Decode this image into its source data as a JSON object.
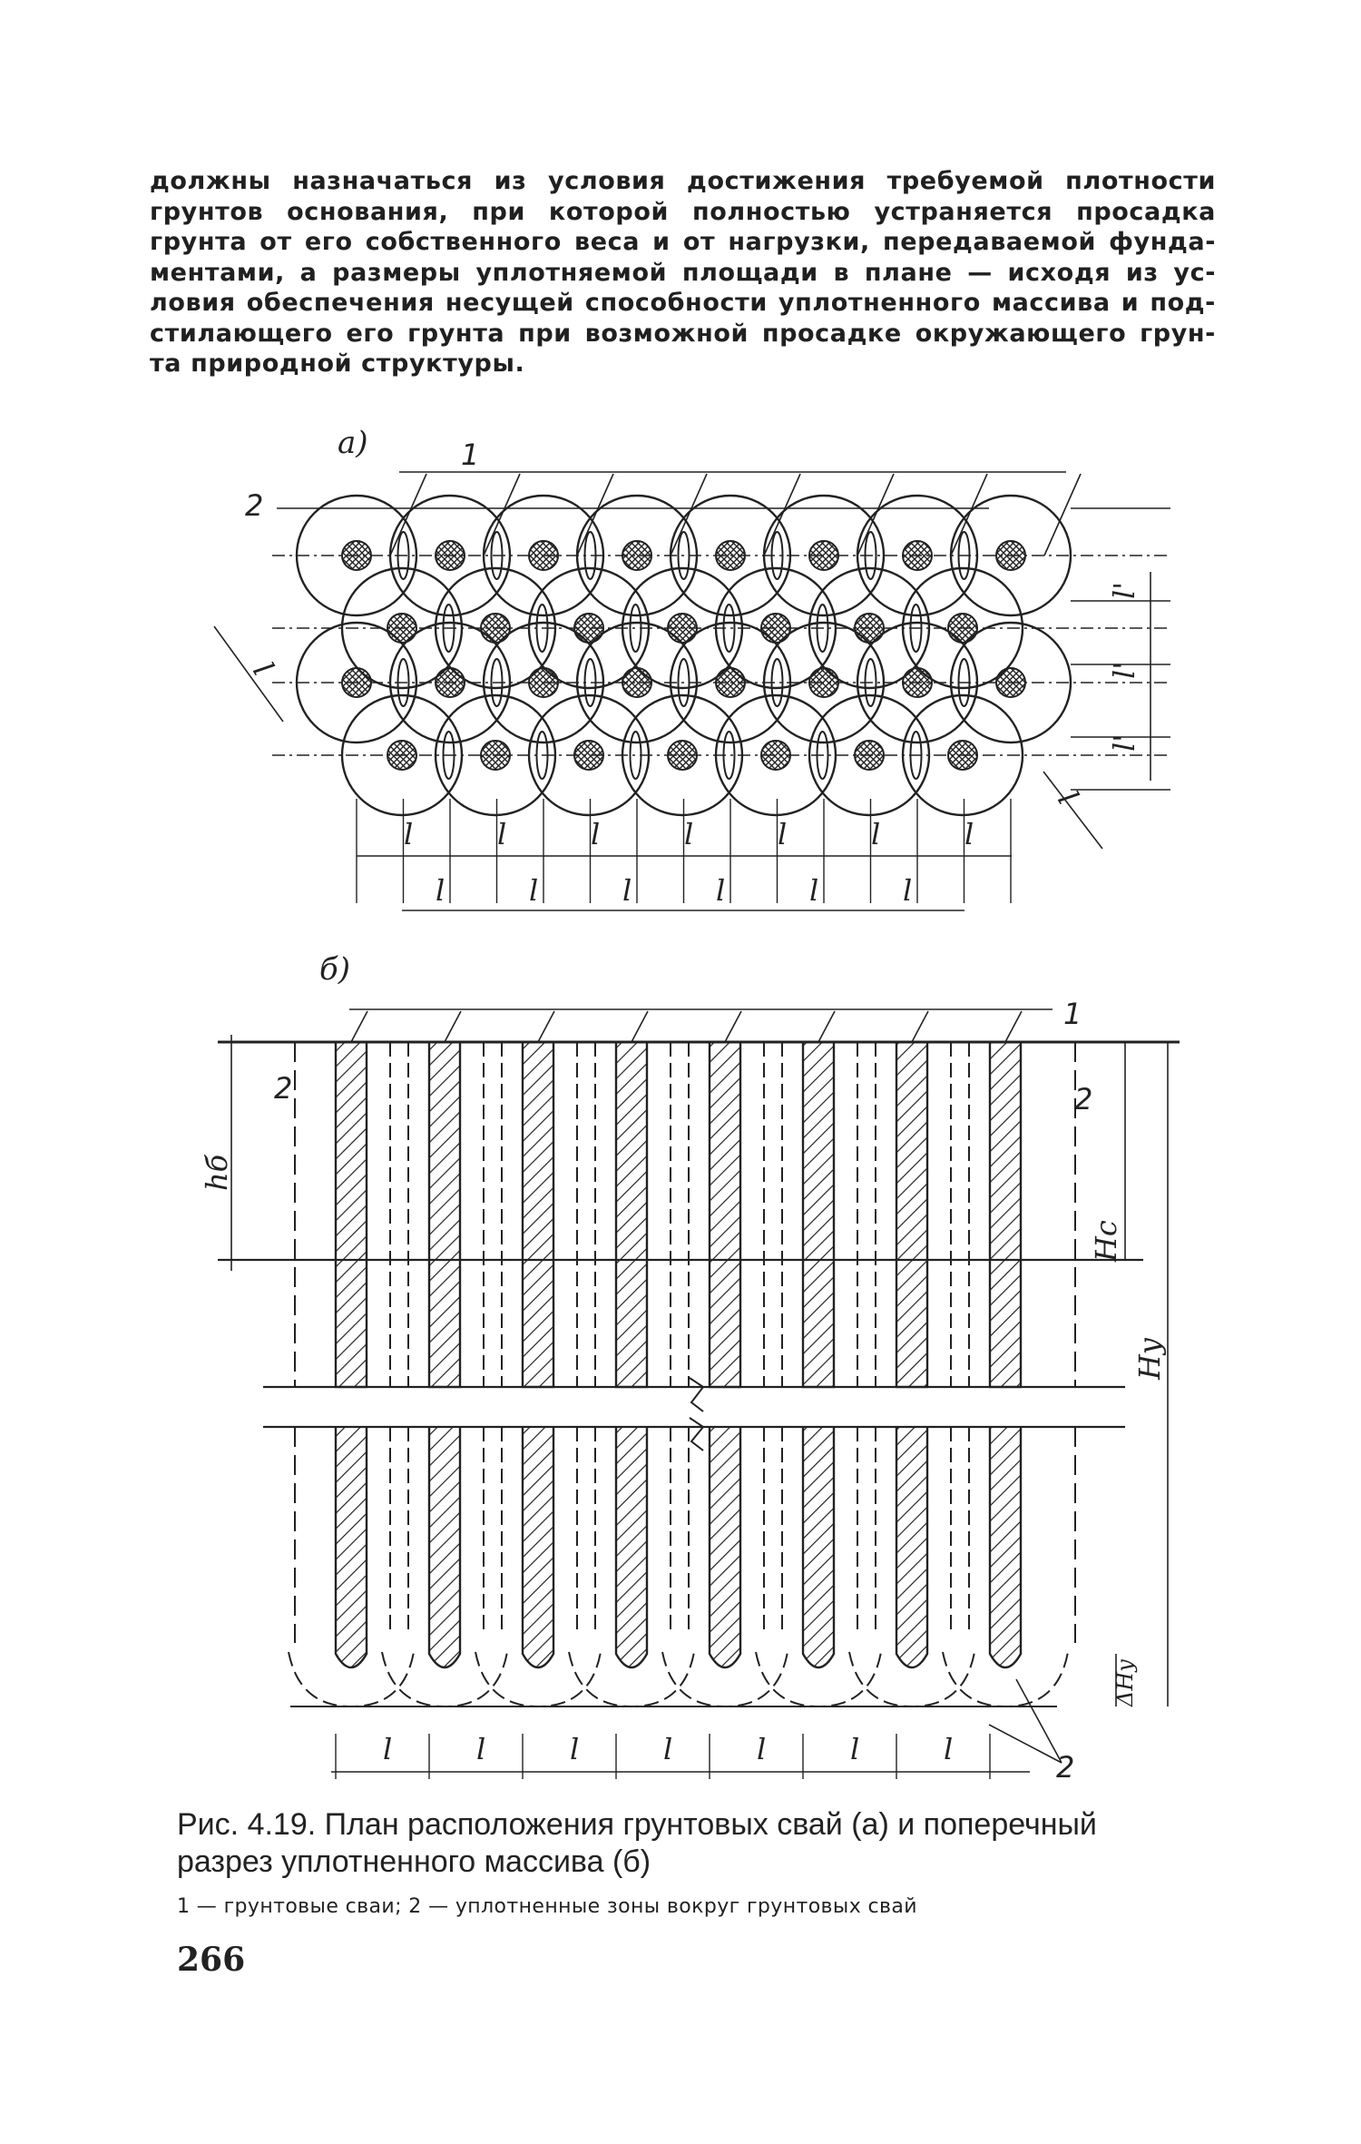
{
  "paragraph": {
    "lines": [
      "должны назначаться из условия достижения требуемой плотности",
      "грунтов основания, при которой полностью устраняется просадка",
      "грунта от его собственного веса и от нагрузки, передаваемой фунда-",
      "ментами, а размеры уплотняемой площади в плане — исходя из ус-",
      "ловия обеспечения несущей способности уплотненного массива и под-",
      "стилающего его грунта при возможной просадке окружающего грун-",
      "та природной структуры."
    ]
  },
  "figure": {
    "part_a_label": "а)",
    "part_b_label": "б)",
    "callout_1": "1",
    "callout_2": "2",
    "spacing_symbol": "l",
    "spacing_symbol_prime": "l'",
    "dim_hb": "hб",
    "dim_hc": "Hc",
    "dim_hy": "Hy",
    "dim_delta_hy": "ΔHy"
  },
  "caption": {
    "lines": [
      "Рис. 4.19. План расположения грунтовых свай (а) и поперечный",
      "разрез уплотненного массива (б)"
    ],
    "legend": "1 — грунтовые сваи; 2 — уплотненные зоны вокруг грунтовых свай"
  },
  "page_number": "266"
}
